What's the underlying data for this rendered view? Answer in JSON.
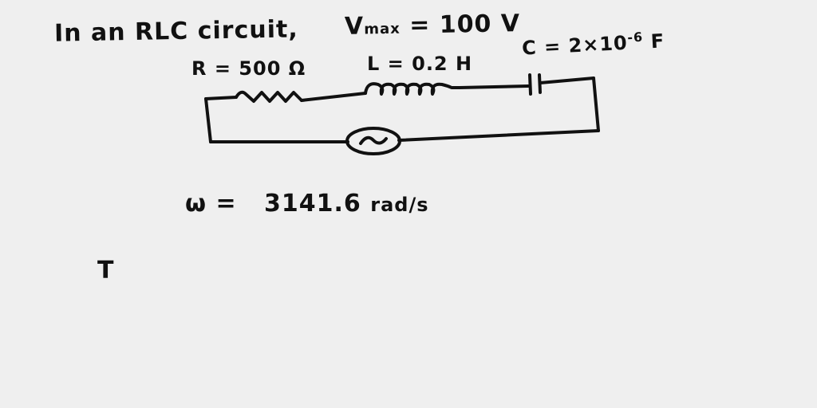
{
  "header": {
    "problem_statement": "In an RLC circuit,",
    "vmax": {
      "symbol": "V",
      "subscript": "max",
      "equals": "=",
      "value": "100 V"
    }
  },
  "circuit": {
    "resistor": {
      "label": "R = 500 Ω"
    },
    "inductor": {
      "label": "L = 0.2 H"
    },
    "capacitor": {
      "label_prefix": "C = 2×10",
      "exponent": "-6",
      "unit": " F"
    },
    "source": {
      "symbol": "~"
    },
    "stroke_color": "#111111"
  },
  "work": {
    "omega": {
      "symbol": "ω =",
      "value": "3141.6",
      "unit": "rad/s"
    },
    "next_variable": "T"
  },
  "colors": {
    "background": "#efefef",
    "ink": "#111111"
  }
}
